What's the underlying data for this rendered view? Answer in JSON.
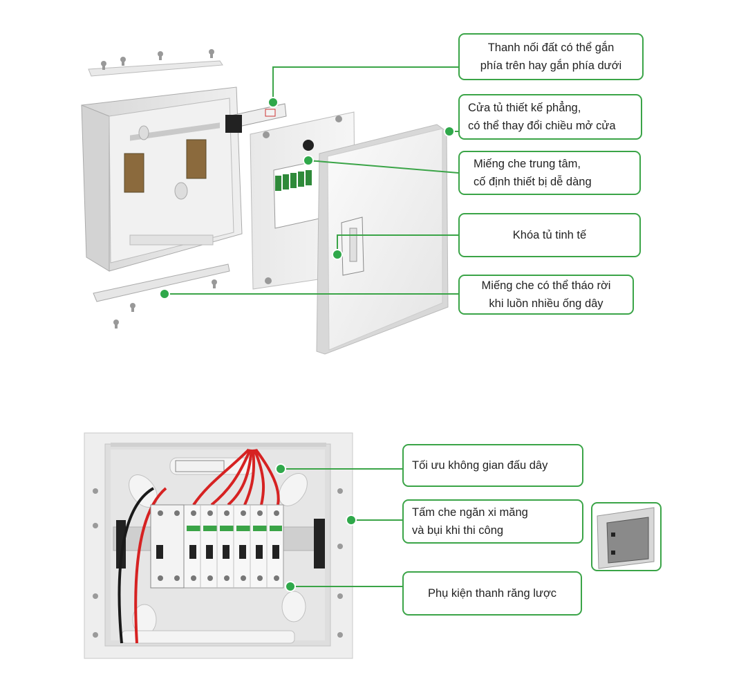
{
  "colors": {
    "accent_green": "#3aa447",
    "leader_dot": "#2fa84a",
    "cabinet_white": "#eeeeee",
    "breaker_green": "#3aa447",
    "wire_red": "#d62222",
    "wire_black": "#1a1a1a"
  },
  "exploded_view": {
    "callouts": [
      {
        "id": "earth-bar",
        "lines": [
          "Thanh nối đất có thể gắn",
          "phía trên hay gắn phía dưới"
        ]
      },
      {
        "id": "flat-door",
        "lines": [
          "Cửa tủ thiết kế phẳng,",
          "có thể thay đổi chiều mở cửa"
        ]
      },
      {
        "id": "center-cover",
        "lines": [
          "Miếng che trung tâm,",
          "cố định thiết bị dễ dàng"
        ]
      },
      {
        "id": "lock",
        "lines": [
          "Khóa tủ tinh tế"
        ]
      },
      {
        "id": "removable-cover",
        "lines": [
          "Miếng che có thể tháo rời",
          "khi luồn nhiều ống dây"
        ]
      }
    ]
  },
  "front_view": {
    "callouts": [
      {
        "id": "wiring-space",
        "lines": [
          "Tối ưu không gian đấu dây"
        ]
      },
      {
        "id": "dust-plate",
        "lines": [
          "Tấm che ngăn xi măng",
          "và bụi khi thi công"
        ]
      },
      {
        "id": "comb-busbar",
        "lines": [
          "Phụ kiện thanh răng lược"
        ]
      }
    ]
  }
}
